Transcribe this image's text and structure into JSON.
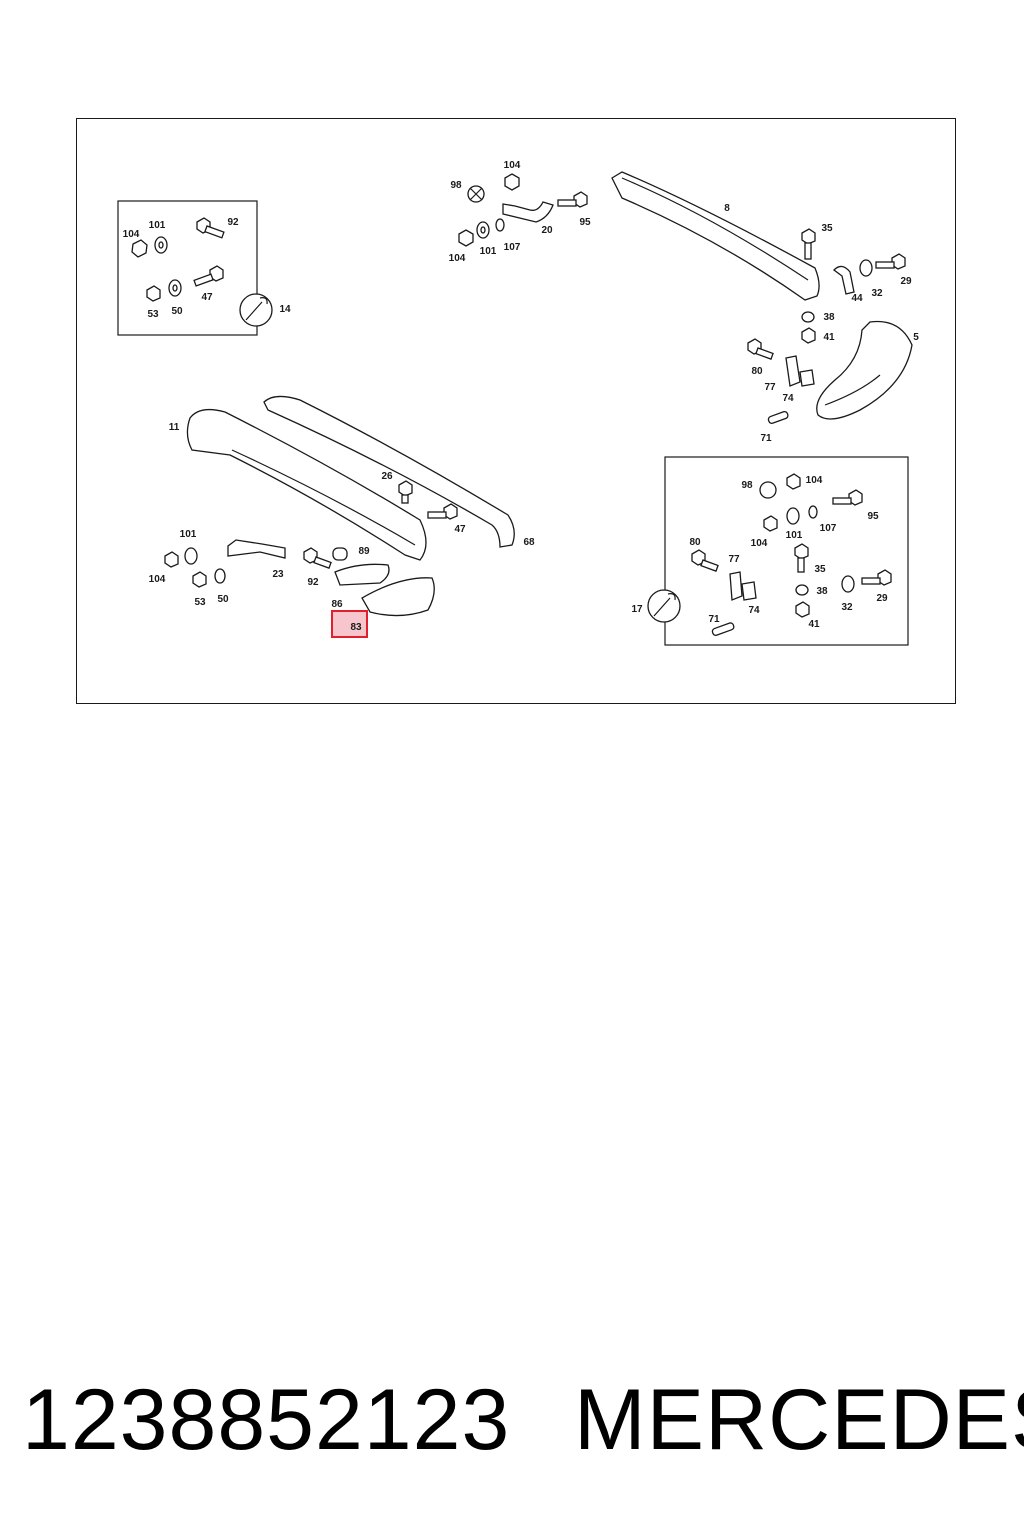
{
  "callouts": [
    "104",
    "98",
    "20",
    "107",
    "101",
    "95",
    "8",
    "35",
    "44",
    "32",
    "29",
    "38",
    "41",
    "5",
    "80",
    "77",
    "74",
    "71",
    "92",
    "47",
    "50",
    "53",
    "14",
    "11",
    "26",
    "89",
    "23",
    "86",
    "83",
    "68",
    "17"
  ],
  "footer": {
    "part_number": "1238852123",
    "brand": "MERCEDES"
  },
  "highlight": {
    "callout": "83",
    "fill": "#f7c6cc",
    "stroke": "#e0202a"
  }
}
